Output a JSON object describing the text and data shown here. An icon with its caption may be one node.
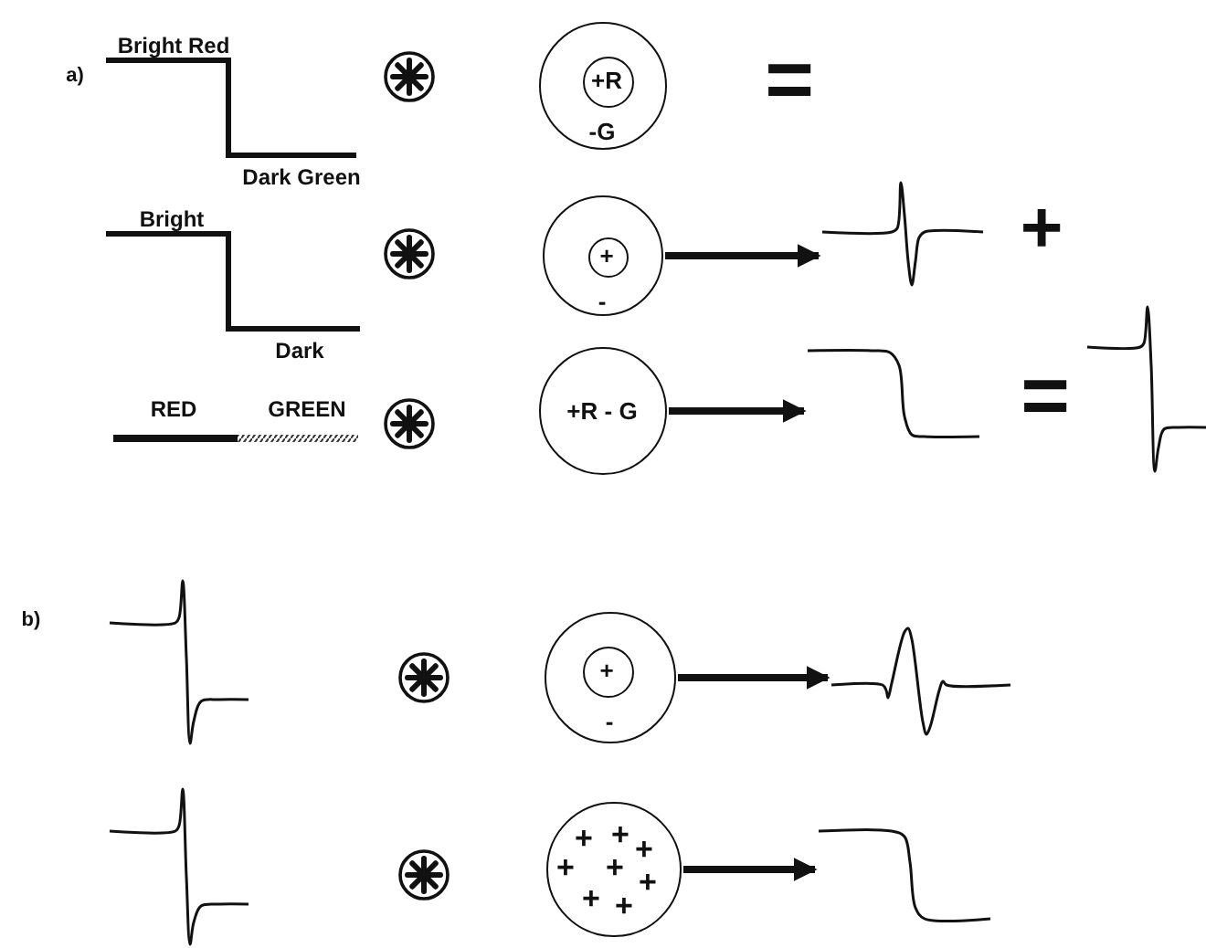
{
  "diagram": {
    "nodes": [
      {
        "text": [
          "-G"
        ]
      },
      {
        "text": [
          "+R"
        ],
        "in": 0
      },
      {
        "text": [
          "-"
        ]
      },
      {
        "text": [
          "+"
        ],
        "in": 2
      },
      {
        "text": [],
        "shape": "picture"
      },
      {
        "text": [
          "+R - G"
        ]
      },
      {
        "text": [],
        "shape": "picture"
      },
      {
        "text": [
          "-"
        ]
      },
      {
        "text": [
          "+"
        ],
        "in": 7
      },
      {
        "text": [],
        "shape": "picture"
      },
      {
        "text": [
          "+",
          "+",
          "+",
          "+",
          "+",
          "+",
          "+",
          "+"
        ]
      },
      {
        "text": [],
        "shape": "picture"
      }
    ],
    "edges": [
      {
        "from": 2,
        "to": 4,
        "arrow": "to"
      },
      {
        "from": 5,
        "to": 6,
        "arrow": "to"
      },
      {
        "from": 7,
        "to": 9,
        "arrow": "to"
      },
      {
        "from": 10,
        "to": 11,
        "arrow": "to"
      }
    ],
    "labels": [
      "a)",
      "Bright Red",
      "Dark Green",
      "=",
      "Bright",
      "Dark",
      "+",
      "RED",
      "GREEN",
      "=",
      "b)"
    ]
  }
}
